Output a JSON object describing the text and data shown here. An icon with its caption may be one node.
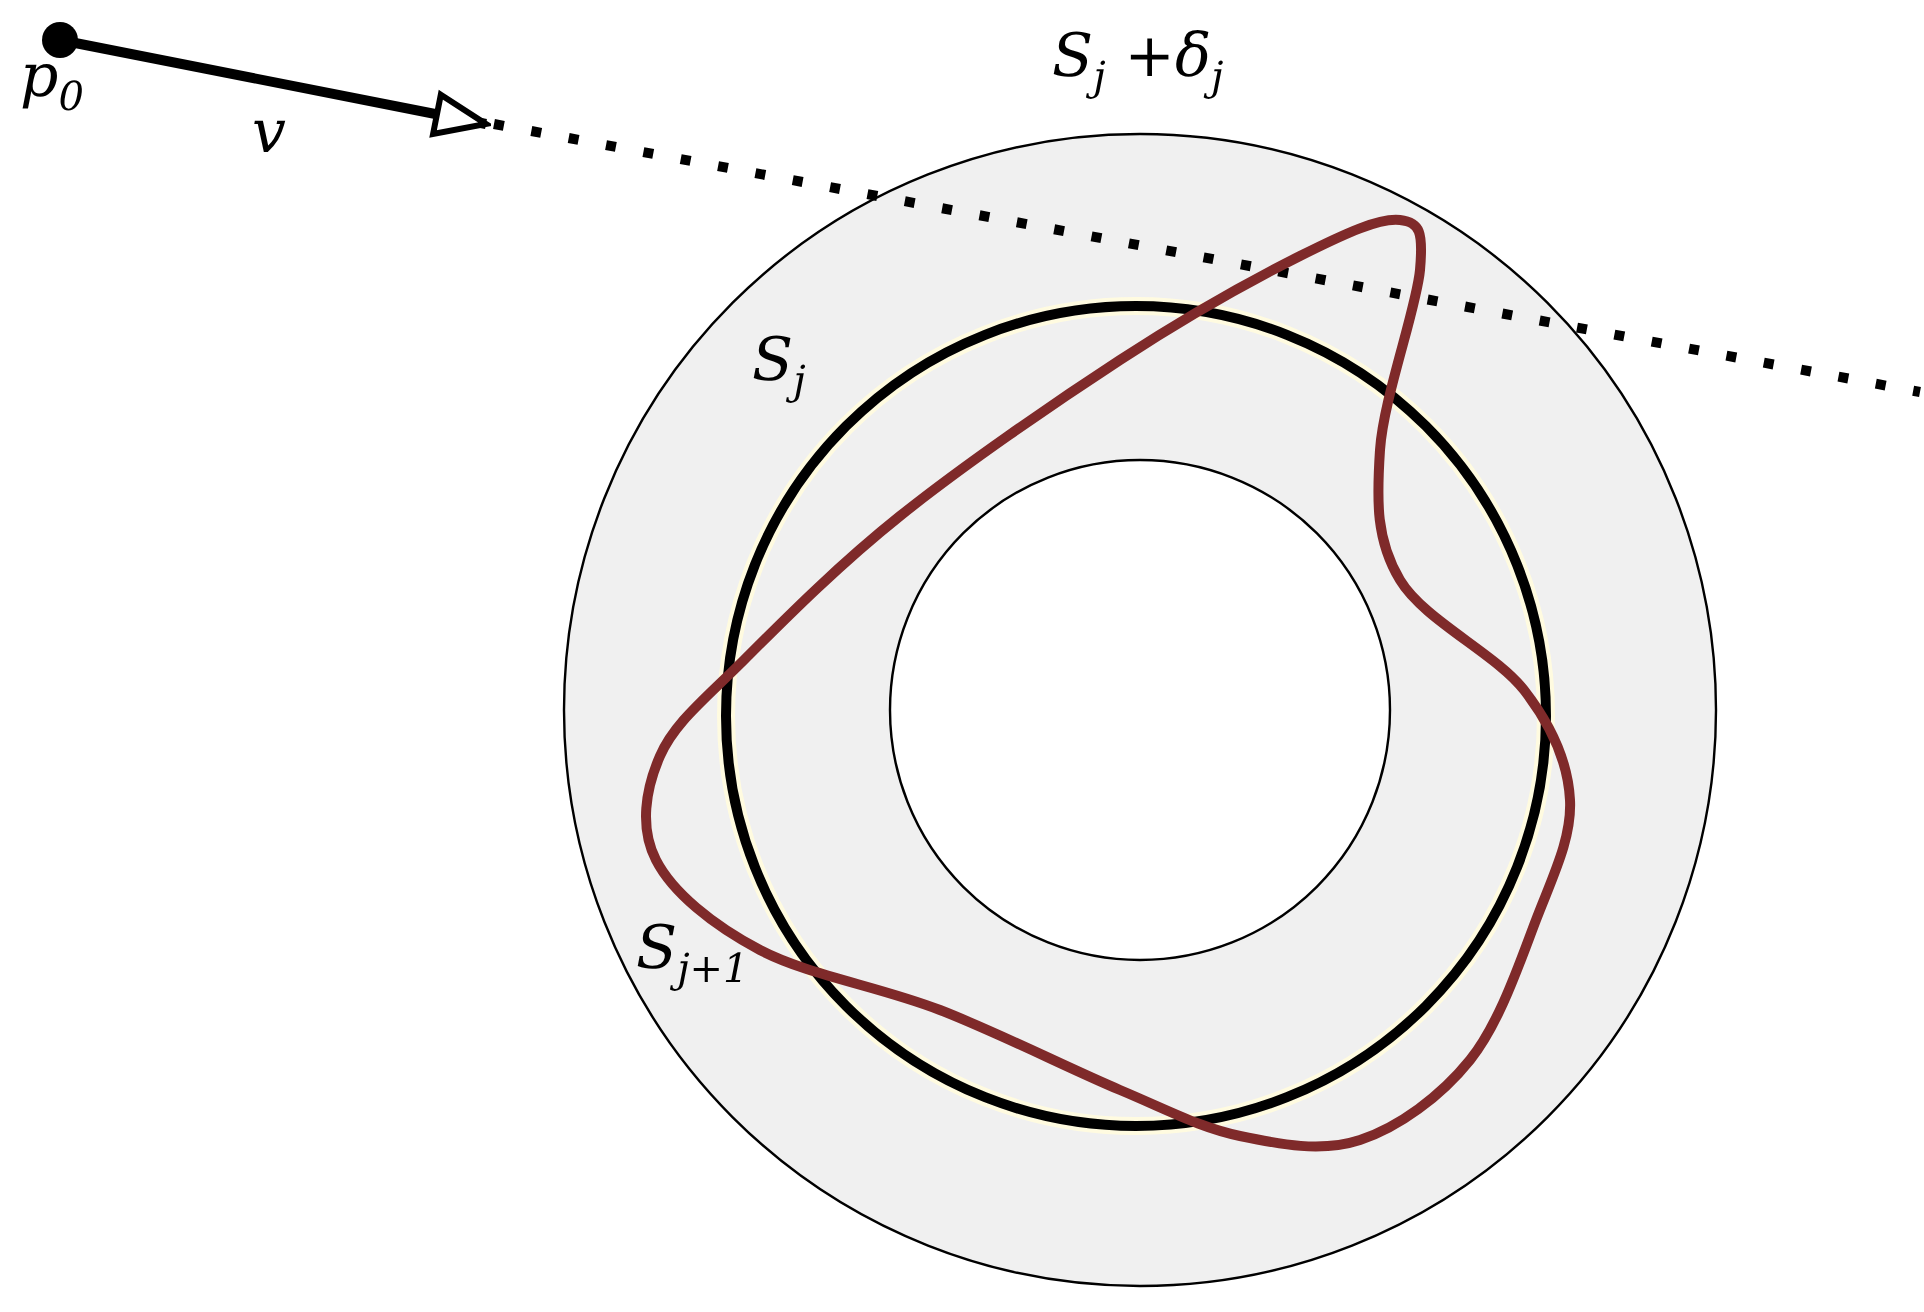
{
  "diagram": {
    "labels": [
      "p$_{0}$",
      "v",
      "S$_{j}$ +δ$_{j}$",
      "S$_{j}$",
      "S$_{j+1}$"
    ]
  }
}
